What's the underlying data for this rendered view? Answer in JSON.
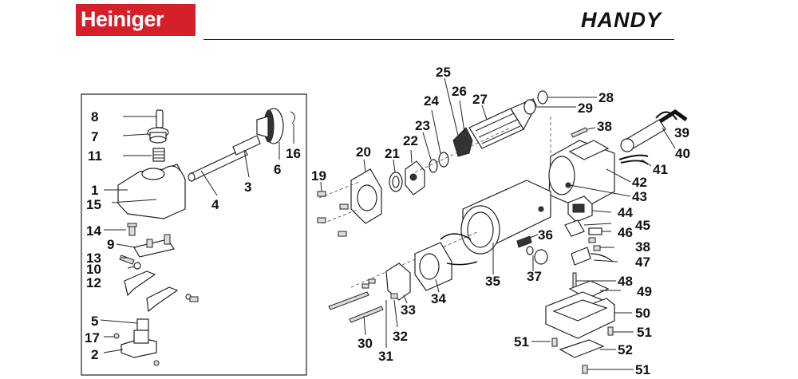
{
  "header": {
    "brand": "Heiniger",
    "model": "HANDY",
    "brand_color": "#d4202b"
  },
  "labels": [
    "1",
    "2",
    "3",
    "4",
    "5",
    "6",
    "7",
    "8",
    "9",
    "10",
    "11",
    "12",
    "13",
    "14",
    "15",
    "16",
    "17",
    "19",
    "20",
    "21",
    "22",
    "23",
    "24",
    "25",
    "26",
    "27",
    "28",
    "29",
    "30",
    "31",
    "32",
    "33",
    "34",
    "35",
    "36",
    "37",
    "38",
    "38",
    "39",
    "40",
    "41",
    "42",
    "43",
    "44",
    "45",
    "46",
    "47",
    "48",
    "49",
    "50",
    "51",
    "51",
    "51",
    "52"
  ]
}
